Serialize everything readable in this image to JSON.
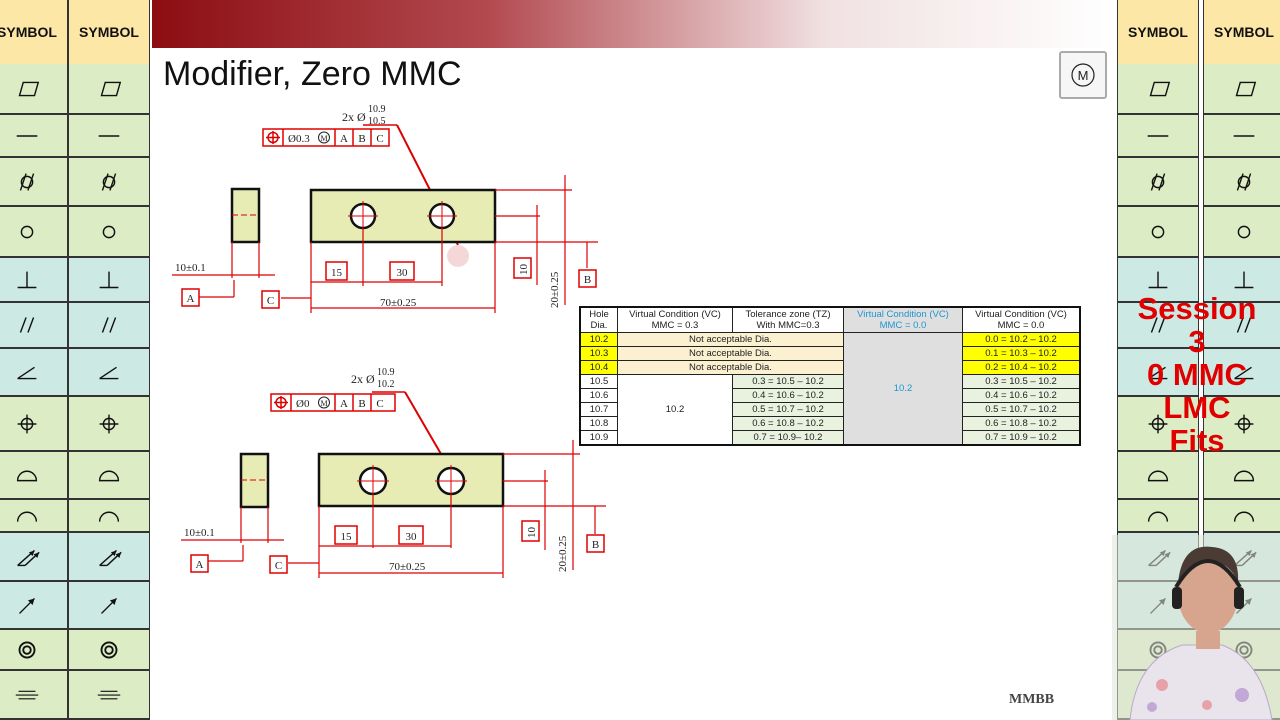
{
  "slide": {
    "title": "Modifier,  Zero MMC",
    "modifier_symbol": "M",
    "watermark": "MMBB",
    "session_lines": [
      "Session",
      "3",
      "0 MMC",
      "LMC",
      "Fits"
    ]
  },
  "symbol_columns": {
    "header": "SYMBOL",
    "symbols": [
      "flatness",
      "straightness",
      "cylindricity",
      "circularity",
      "perpendicularity",
      "parallelism",
      "angularity",
      "position",
      "profile-of-surface",
      "profile-of-line",
      "total-runout",
      "circular-runout",
      "concentricity",
      "symmetry"
    ]
  },
  "drawing_top": {
    "hole_callout": "2x Ø",
    "hole_upper": "10.9",
    "hole_lower": "10.5",
    "fcf_tol": "Ø0.3",
    "fcf_mod": "M",
    "datums": [
      "A",
      "B",
      "C"
    ],
    "dim_thickness": "10±0.1",
    "dim_15": "15",
    "dim_30": "30",
    "dim_70": "70±0.25",
    "dim_10": "10",
    "dim_20": "20±0.25"
  },
  "drawing_bottom": {
    "hole_callout": "2x Ø",
    "hole_upper": "10.9",
    "hole_lower": "10.2",
    "fcf_tol": "Ø0",
    "fcf_mod": "M",
    "datums": [
      "A",
      "B",
      "C"
    ],
    "dim_thickness": "10±0.1",
    "dim_15": "15",
    "dim_30": "30",
    "dim_70": "70±0.25",
    "dim_10": "10",
    "dim_20": "20±0.25"
  },
  "table": {
    "headers": [
      "Hole Dia.",
      "Virtual Condition (VC) MMC = 0.3",
      "Tolerance zone (TZ) With MMC=0.3",
      "Virtual Condition (VC) MMC = 0.0",
      "Virtual Condition (VC) MMC = 0.0"
    ],
    "holes": [
      "10.2",
      "10.3",
      "10.4",
      "10.5",
      "10.6",
      "10.7",
      "10.8",
      "10.9"
    ],
    "not_acceptable": "Not acceptable Dia.",
    "vc_value": "10.2",
    "vc_zero_value": "10.2",
    "tolerance_zone": [
      "0.3 = 10.5 – 10.2",
      "0.4 = 10.6 – 10.2",
      "0.5 = 10.7 – 10.2",
      "0.6 = 10.8 – 10.2",
      "0.7 = 10.9– 10.2"
    ],
    "zero_mmc": [
      "0.0 = 10.2 – 10.2",
      "0.1 = 10.3 – 10.2",
      "0.2 = 10.4 – 10.2",
      "0.3 = 10.5 – 10.2",
      "0.4 = 10.6 – 10.2",
      "0.5 = 10.7 – 10.2",
      "0.6 = 10.8 – 10.2",
      "0.7 = 10.9 – 10.2"
    ]
  }
}
